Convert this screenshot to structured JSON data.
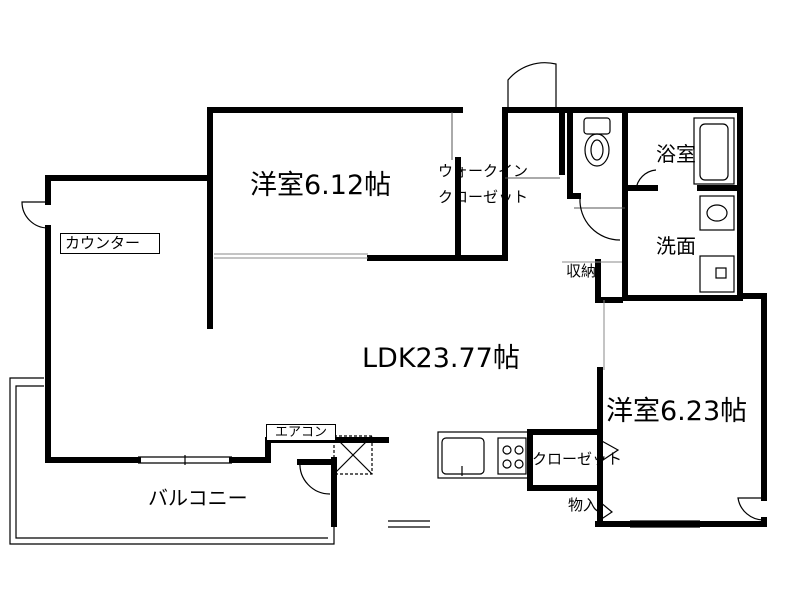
{
  "rooms": {
    "western_room_1": "洋室6.12帖",
    "walk_in_closet_line1": "ウォークイン",
    "walk_in_closet_line2": "クローゼット",
    "bathroom": "浴室",
    "washroom": "洗面",
    "storage": "収納",
    "ldk": "LDK23.77帖",
    "western_room_2": "洋室6.23帖",
    "closet": "クローゼット",
    "storage_small": "物入",
    "balcony": "バルコニー"
  },
  "fixtures": {
    "counter": "カウンター",
    "air_conditioner": "エアコン"
  }
}
